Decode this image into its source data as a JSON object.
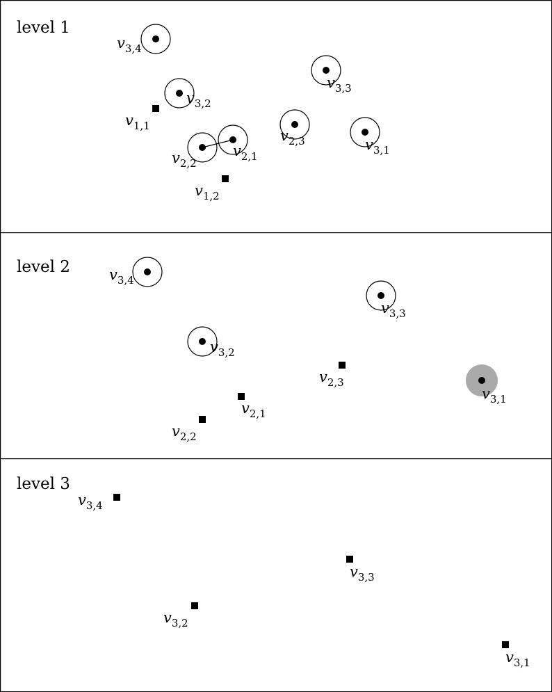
{
  "panels": [
    {
      "title": "level 1",
      "vertices": [
        {
          "label": "v",
          "sub": "3,4",
          "marker": "ring-dot"
        },
        {
          "label": "v",
          "sub": "3,3",
          "marker": "ring-dot"
        },
        {
          "label": "v",
          "sub": "3,2",
          "marker": "ring-dot"
        },
        {
          "label": "v",
          "sub": "1,1",
          "marker": "square"
        },
        {
          "label": "v",
          "sub": "2,3",
          "marker": "ring-dot"
        },
        {
          "label": "v",
          "sub": "3,1",
          "marker": "ring-dot"
        },
        {
          "label": "v",
          "sub": "2,2",
          "marker": "ring-dot"
        },
        {
          "label": "v",
          "sub": "2,1",
          "marker": "ring-dot"
        },
        {
          "label": "v",
          "sub": "1,2",
          "marker": "square"
        }
      ],
      "edges": [
        [
          "2,2",
          "2,1"
        ]
      ]
    },
    {
      "title": "level 2",
      "vertices": [
        {
          "label": "v",
          "sub": "3,4",
          "marker": "ring-dot"
        },
        {
          "label": "v",
          "sub": "3,3",
          "marker": "ring-dot"
        },
        {
          "label": "v",
          "sub": "3,2",
          "marker": "ring-dot"
        },
        {
          "label": "v",
          "sub": "2,3",
          "marker": "square"
        },
        {
          "label": "v",
          "sub": "3,1",
          "marker": "gray-dot"
        },
        {
          "label": "v",
          "sub": "2,1",
          "marker": "square"
        },
        {
          "label": "v",
          "sub": "2,2",
          "marker": "square"
        }
      ],
      "edges": []
    },
    {
      "title": "level 3",
      "vertices": [
        {
          "label": "v",
          "sub": "3,4",
          "marker": "square"
        },
        {
          "label": "v",
          "sub": "3,3",
          "marker": "square"
        },
        {
          "label": "v",
          "sub": "3,2",
          "marker": "square"
        },
        {
          "label": "v",
          "sub": "3,1",
          "marker": "square"
        }
      ],
      "edges": []
    }
  ]
}
